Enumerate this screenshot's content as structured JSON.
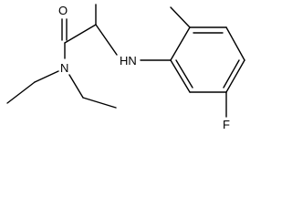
{
  "molecule": {
    "atom_labels": {
      "oxygen": "O",
      "amide_nitrogen": "N",
      "amine": "HN",
      "fluorine": "F"
    }
  },
  "colors": {
    "bond": "#000000",
    "label": "#000000",
    "background": "#ffffff"
  }
}
